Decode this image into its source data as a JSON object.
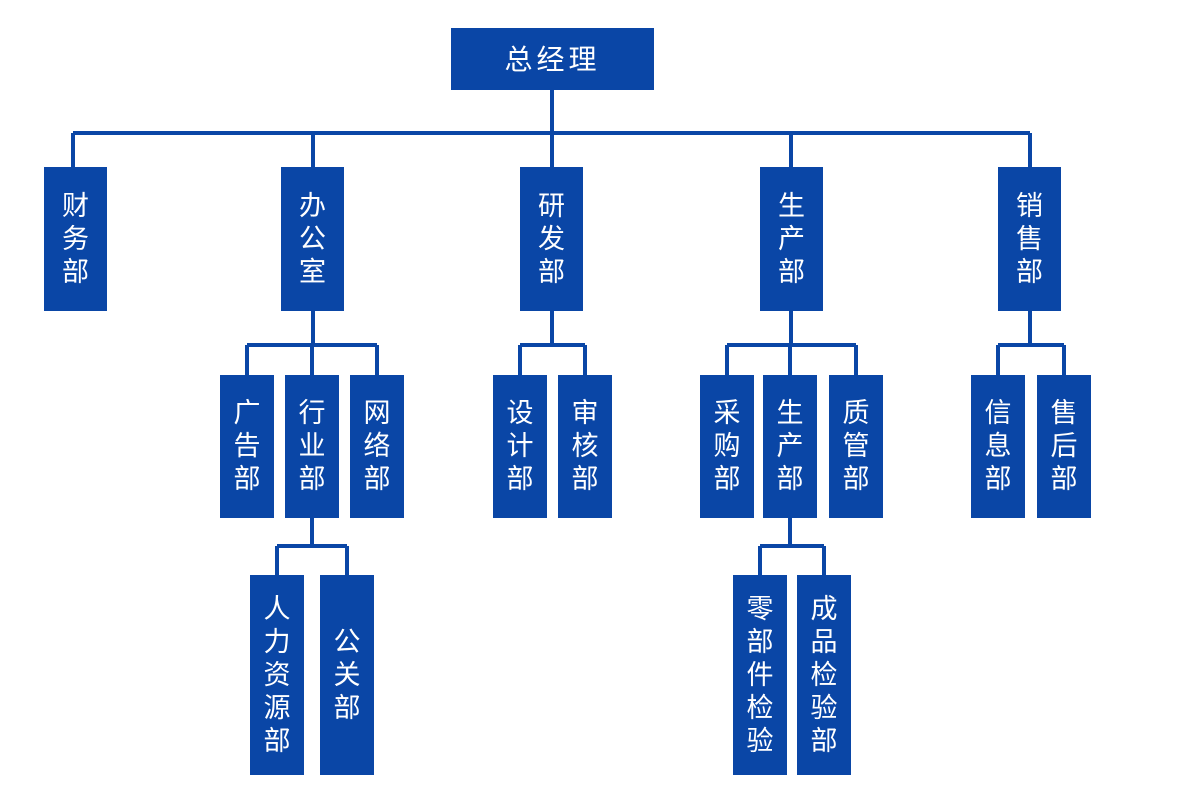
{
  "root": "总经理",
  "level1": [
    "财务部",
    "办公室",
    "研发部",
    "生产部",
    "销售部"
  ],
  "office_children": [
    "广告部",
    "行业部",
    "网络部"
  ],
  "industry_children": [
    "人力资源部",
    "公关部"
  ],
  "rd_children": [
    "设计部",
    "审核部"
  ],
  "production_children": [
    "采购部",
    "生产部",
    "质管部"
  ],
  "production_sub_children": [
    "零部件检验",
    "成品检验部"
  ],
  "sales_children": [
    "信息部",
    "售后部"
  ],
  "colors": {
    "box": "#0a46a6",
    "line": "#0a46a6",
    "text": "#ffffff"
  }
}
